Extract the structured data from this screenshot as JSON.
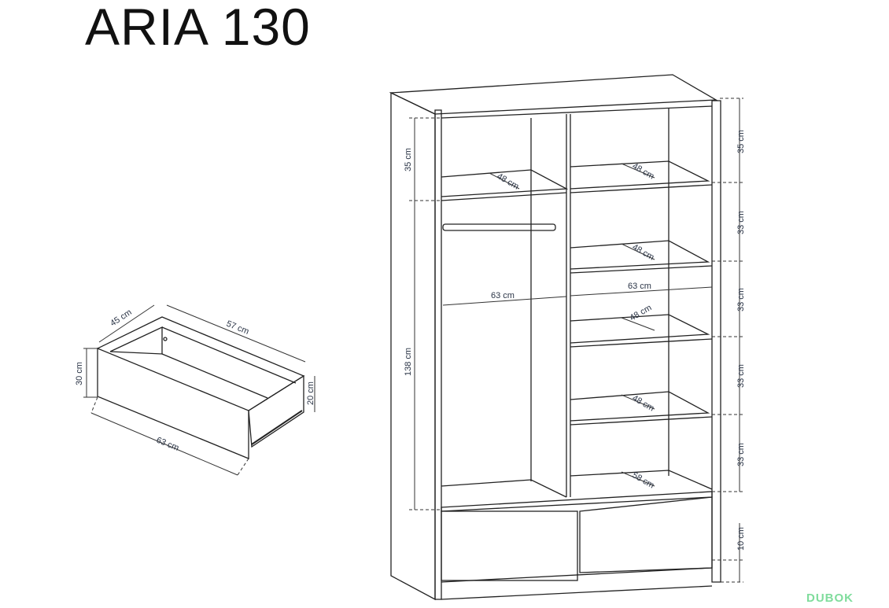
{
  "title": "ARIA 130",
  "drawer": {
    "depth": "45 cm",
    "length": "57 cm",
    "height": "30 cm",
    "inner_height": "20 cm",
    "width": "63 cm"
  },
  "wardrobe": {
    "left_top": "35 cm",
    "left_hanging": "138 cm",
    "left_width": "63 cm",
    "right_width": "63 cm",
    "shelf_depths": [
      "48 cm",
      "48 cm",
      "48 cm",
      "48 cm",
      "48 cm",
      "58 cm"
    ],
    "right_heights": [
      "35 cm",
      "33 cm",
      "33 cm",
      "33 cm",
      "33 cm",
      "10 cm"
    ]
  },
  "watermark": "DUBOK"
}
